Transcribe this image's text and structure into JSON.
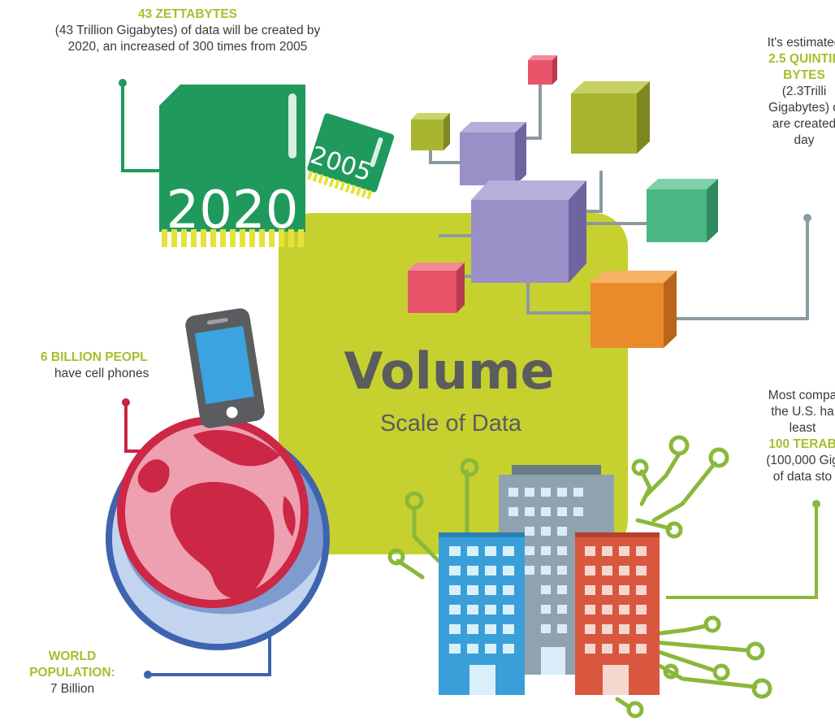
{
  "center": {
    "title": "Volume",
    "subtitle": "Scale of Data"
  },
  "zettabytes": {
    "headline": "43 ZETTABYTES",
    "line1": "(43 Trillion Gigabytes) of data will be created by",
    "line2": "2020, an increased of 300 times from 2005"
  },
  "chips": {
    "big_label": "2020",
    "small_label": "2005"
  },
  "quintillion": {
    "line1": "It's estimated",
    "headline1": "2.5 QUINTIL",
    "headline2": "BYTES",
    "line2": "(2.3Trilli",
    "line3": "Gigabytes) o",
    "line4": "are created",
    "line5": "day"
  },
  "phones": {
    "headline": "6 BILLION PEOPL",
    "line1": "have cell phones"
  },
  "population": {
    "headline1": "WORLD",
    "headline2": "POPULATION:",
    "value": "7 Billion"
  },
  "companies": {
    "line1": "Most compa",
    "line2": "the U.S. ha",
    "line3": "least",
    "headline": "100 TERAB",
    "line4": "(100,000 Gig",
    "line5": "of data sto"
  },
  "colors": {
    "lime": "#c6d12f",
    "green_text": "#a9bd2e",
    "chip_green": "#1f9a5c",
    "earth_blue": "#3e64b0",
    "earth_red": "#cc2745",
    "cube_purple": "#9b8fc7",
    "cube_orange": "#e98a2b",
    "cube_red": "#e8546a",
    "cube_olive": "#a8b530",
    "building_blue": "#3a9fd8",
    "building_grey": "#8fa2ad",
    "building_red": "#d9573f",
    "circuit_green": "#8ab83a"
  }
}
